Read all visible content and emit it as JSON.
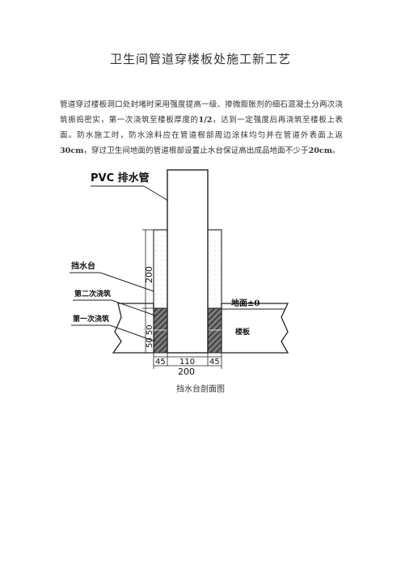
{
  "document": {
    "title": "卫生间管道穿楼板处施工新工艺",
    "paragraph": {
      "part1": "管道穿过楼板洞口处封堵时采用强度提高一级、掺微膨胀剂的细石混凝土分两次浇筑振捣密实，第一次浇筑至楼板厚度的",
      "fraction": "1/2",
      "part2": "，达到一定强度后再浇筑至楼板上表面。防水施工时，防水涂料应在管道根部周边涂抹均匀并在管道外表面上返",
      "height_value": "30cm",
      "part3": "，穿过卫生间地面的管道根部设置止水台保证高出成品地面不少于",
      "curb_value": "20cm",
      "end": "。"
    },
    "figure": {
      "labels": {
        "pvc_pipe": "PVC 排水管",
        "curb": "挡水台",
        "second_pour": "第二次浇筑",
        "first_pour": "第一次浇筑",
        "floor_level": "地面±0",
        "slab": "楼板"
      },
      "dimensions": {
        "curb_height": "200",
        "pour_depths": "50 50",
        "left_width": "45",
        "pipe_width": "110",
        "right_width": "45",
        "total_width": "200"
      }
    },
    "caption": "挡水台剖面图"
  }
}
